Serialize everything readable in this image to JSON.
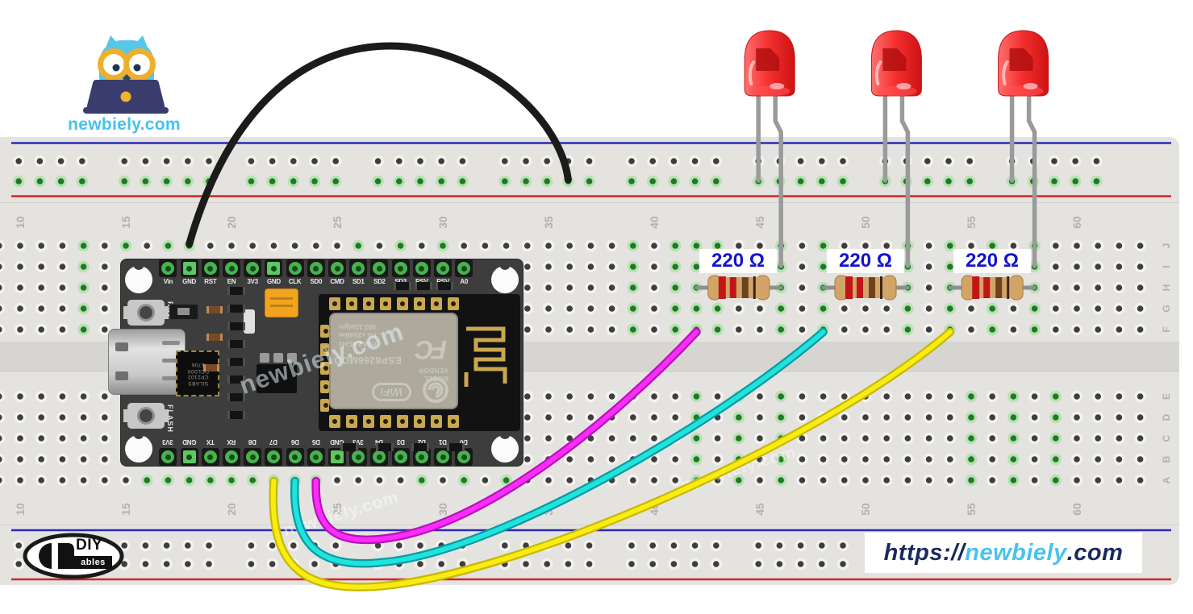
{
  "brand": {
    "logo_text": "newbiely.com",
    "watermark": "newbiely.com",
    "url": {
      "prefix": "https://",
      "brand": "newbiely",
      "suffix": ".com"
    },
    "diyables": {
      "main": "DIY",
      "sub": "ables"
    }
  },
  "breadboard": {
    "column_numbers": [
      "10",
      "15",
      "20",
      "25",
      "30",
      "35",
      "40",
      "45",
      "50",
      "55",
      "60"
    ],
    "row_letters_top": [
      "J",
      "I",
      "H",
      "G",
      "F"
    ],
    "row_letters_bottom": [
      "E",
      "D",
      "C",
      "B",
      "A"
    ]
  },
  "esp": {
    "top_pins": [
      "Vin",
      "GND",
      "RST",
      "EN",
      "3V3",
      "GND",
      "CLK",
      "SD0",
      "CMD",
      "SD1",
      "SD2",
      "SD3",
      "RSV",
      "RSV",
      "A0"
    ],
    "bottom_pins": [
      "3V3",
      "GND",
      "TX",
      "RX",
      "D8",
      "D7",
      "D6",
      "D5",
      "GND",
      "3V3",
      "D4",
      "D3",
      "D2",
      "D1",
      "D0"
    ],
    "rst_button": "RST",
    "flash_button": "FLASH",
    "usb_chip_lines": [
      "SILABS",
      "CP2102",
      "DCL00X",
      "1706"
    ],
    "module": {
      "wifi": "WiFi",
      "fcc": "FC",
      "model": "MODEL",
      "vendor": "VENDOR",
      "name": "ESP8266MOD",
      "spec1": "ISM 2.4GHz",
      "spec2": "PA +25dBm",
      "spec3": "802.11b/g/n"
    }
  },
  "labels": {
    "resistors": [
      "220 Ω",
      "220 Ω",
      "220 Ω"
    ]
  },
  "colors": {
    "rail_blue": "#2a2ab8",
    "rail_red": "#cc2626",
    "wire_gnd": "#1b1b1b",
    "wire_d5": "#fb2dfb",
    "wire_d5_dark": "#b912b9",
    "wire_d6": "#1fe4dc",
    "wire_d6_dark": "#0a9aa4",
    "wire_d7": "#f8ec12",
    "wire_d7_dark": "#c8b800",
    "led_body": "#f53232",
    "resistor_bands": [
      "#c01616",
      "#c01616",
      "#6d431d",
      "#3a2712"
    ],
    "resistor_label_color": "#1313cd"
  }
}
